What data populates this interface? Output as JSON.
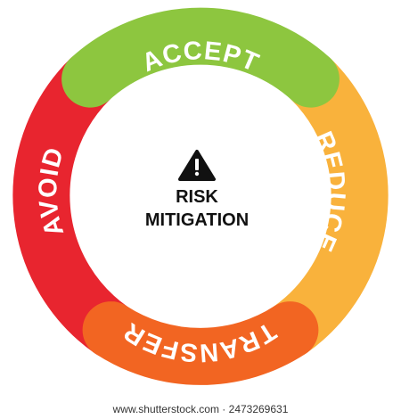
{
  "center": {
    "line1": "RISK",
    "line2": "MITIGATION",
    "icon": "warning-icon"
  },
  "segments": [
    {
      "label": "ACCEPT",
      "color": "#8dc63f",
      "shadow": "#6f9e2e"
    },
    {
      "label": "REDUCE",
      "color": "#f9b23c",
      "shadow": "#d9901f"
    },
    {
      "label": "TRANSFER",
      "color": "#f26522",
      "shadow": "#c94d12"
    },
    {
      "label": "AVOID",
      "color": "#e8252f",
      "shadow": "#b81c24"
    }
  ],
  "footer": {
    "text": "www.shutterstock.com · 2473269631"
  }
}
